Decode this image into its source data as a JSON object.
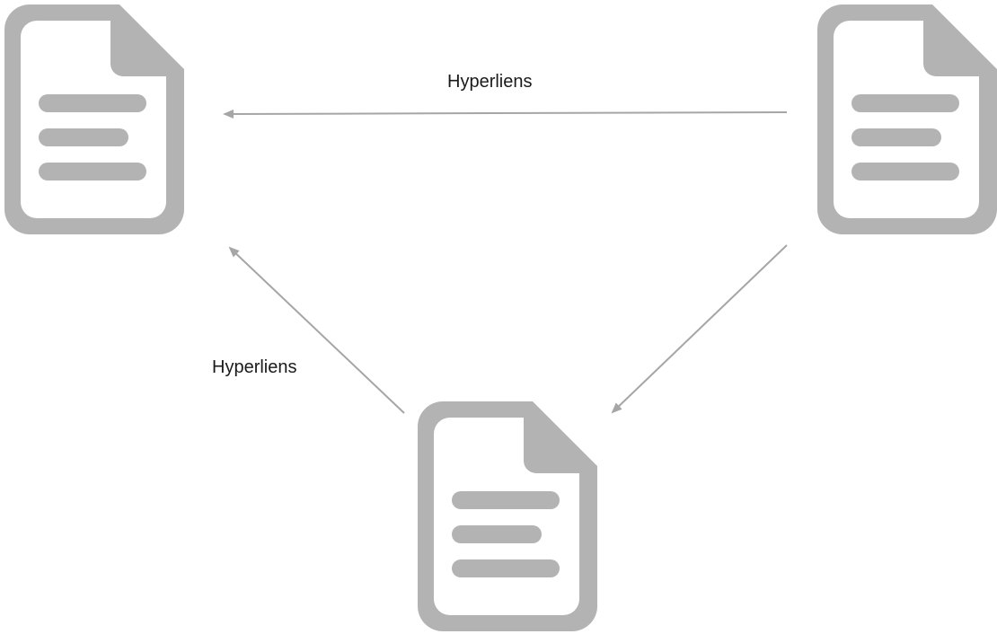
{
  "diagram": {
    "nodes": [
      {
        "id": "doc-top-left",
        "icon": "document-icon"
      },
      {
        "id": "doc-top-right",
        "icon": "document-icon"
      },
      {
        "id": "doc-bottom",
        "icon": "document-icon"
      }
    ],
    "edges": [
      {
        "from": "doc-top-right",
        "to": "doc-top-left",
        "label": "Hyperliens"
      },
      {
        "from": "doc-top-right",
        "to": "doc-bottom",
        "label": ""
      },
      {
        "from": "doc-bottom",
        "to": "doc-top-left",
        "label": "Hyperliens"
      }
    ],
    "colors": {
      "icon": "#b3b3b3",
      "arrow": "#a6a6a6",
      "text": "#1a1a1a",
      "background": "#ffffff"
    }
  }
}
